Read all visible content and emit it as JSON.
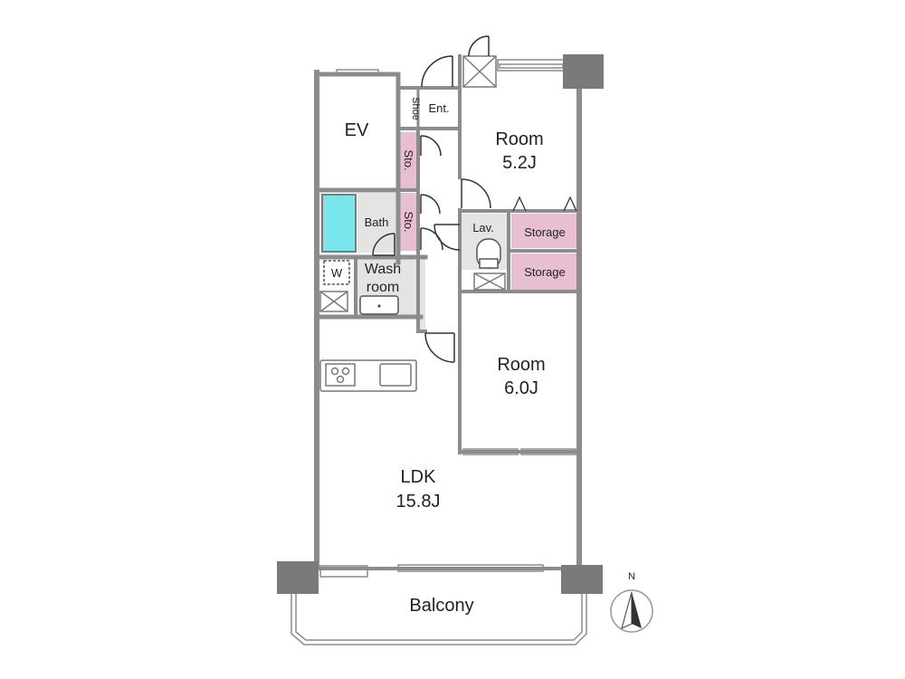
{
  "rooms": {
    "ev": "EV",
    "shoe": "Shoe",
    "entrance": "Ent.",
    "storage_1": "Sto.",
    "storage_2": "Sto.",
    "bath": "Bath",
    "washer": "W",
    "wash_room_line1": "Wash",
    "wash_room_line2": "room",
    "room_north_name": "Room",
    "room_north_size": "5.2J",
    "lavatory": "Lav.",
    "storage_large_1": "Storage",
    "storage_large_2": "Storage",
    "room_mid_name": "Room",
    "room_mid_size": "6.0J",
    "ldk_name": "LDK",
    "ldk_size": "15.8J",
    "balcony": "Balcony"
  },
  "compass": {
    "label": "N"
  },
  "colors": {
    "wall": "#8c8c8c",
    "pillar": "#7a7a7a",
    "storage_fill": "#e8bfd0",
    "bath_fill": "#79e6ee",
    "wet_floor": "#e4e4e4"
  }
}
